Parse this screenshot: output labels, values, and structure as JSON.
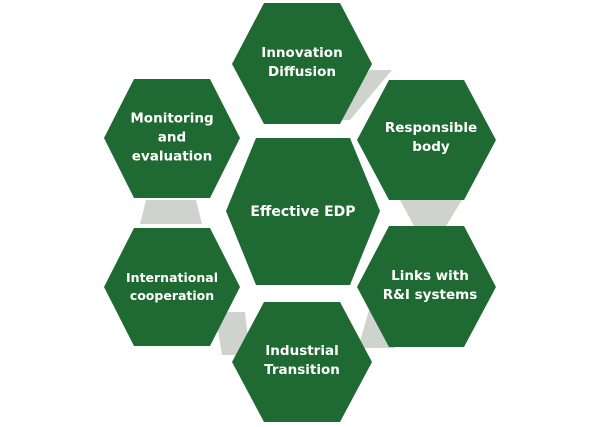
{
  "diagram": {
    "center": {
      "lines": [
        "Effective EDP"
      ]
    },
    "nodes": [
      {
        "id": "innovation-diffusion",
        "lines": [
          "Innovation",
          "Diffusion"
        ]
      },
      {
        "id": "responsible-body",
        "lines": [
          "Responsible",
          "body"
        ]
      },
      {
        "id": "links-ri-systems",
        "lines": [
          "Links with",
          "R&I systems"
        ]
      },
      {
        "id": "industrial-transition",
        "lines": [
          "Industrial",
          "Transition"
        ]
      },
      {
        "id": "international-cooperation",
        "lines": [
          "International",
          "cooperation"
        ]
      },
      {
        "id": "monitoring-evaluation",
        "lines": [
          "Monitoring",
          "and",
          "evaluation"
        ]
      }
    ],
    "colors": {
      "hexagon": "#1f6a32",
      "connector": "#cfd3ce",
      "text": "#ffffff"
    }
  }
}
